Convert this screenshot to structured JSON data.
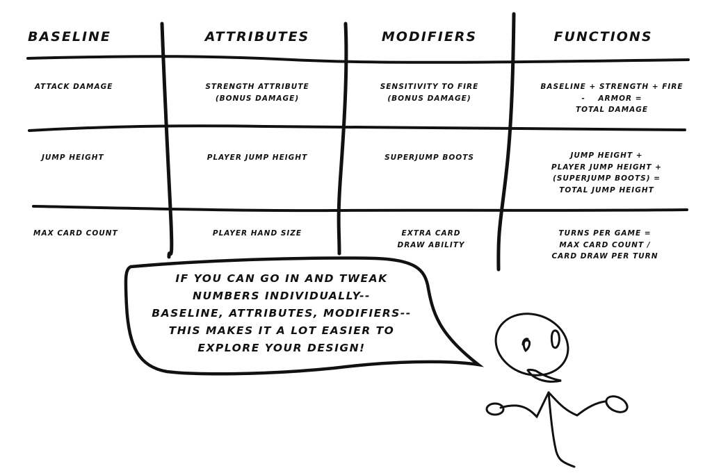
{
  "table": {
    "headers": [
      "Baseline",
      "Attributes",
      "Modifiers",
      "Functions"
    ],
    "rows": [
      {
        "baseline": "Attack Damage",
        "attributes": [
          "Strength Attribute",
          "(Bonus Damage)"
        ],
        "modifiers": [
          "Sensitivity to Fire",
          "(Bonus Damage)"
        ],
        "functions": [
          "Baseline + Strength + Fire",
          "-    Armor =",
          "Total Damage"
        ]
      },
      {
        "baseline": "Jump Height",
        "attributes": [
          "Player Jump Height"
        ],
        "modifiers": [
          "Superjump Boots"
        ],
        "functions": [
          "Jump Height +",
          "Player Jump Height +",
          "(Superjump Boots) =",
          "Total Jump Height"
        ]
      },
      {
        "baseline": "Max Card Count",
        "attributes": [
          "Player Hand Size"
        ],
        "modifiers": [
          "Extra Card",
          "Draw Ability"
        ],
        "functions": [
          "Turns per Game =",
          "Max Card Count /",
          "Card Draw per Turn"
        ]
      }
    ]
  },
  "speech_bubble": {
    "lines": [
      "If you can go in and tweak",
      "numbers individually--",
      "Baseline, Attributes, Modifiers--",
      "this makes it a lot easier to",
      "explore your design!"
    ]
  },
  "character": {
    "description": "stick figure shrugging"
  }
}
